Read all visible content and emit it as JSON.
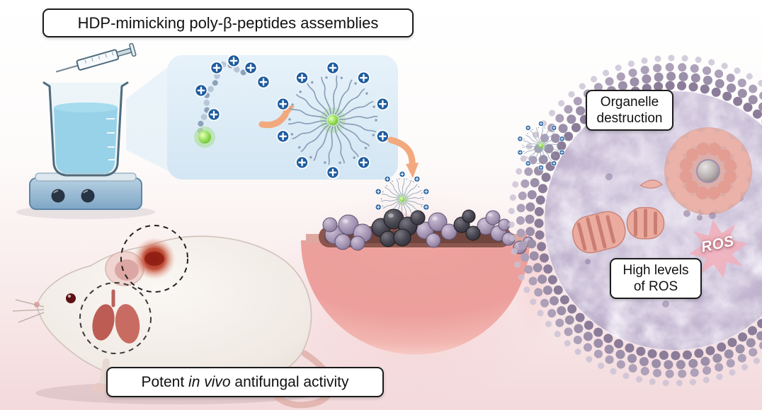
{
  "labels": {
    "title": "HDP-mimicking poly-β-peptides assemblies",
    "organelle_destruction": "Organelle destruction",
    "high_ros": "High levels of ROS",
    "ros": "ROS",
    "bottom_pre": "Potent ",
    "bottom_italic": "in vivo",
    "bottom_post": " antifungal activity"
  },
  "colors": {
    "cation_blue": "#1e5c9e",
    "polymer_gray_blue": "#8ca2ba",
    "micelle_core_green": "#8cd64f",
    "arrow_orange": "#f2a97e",
    "wound_pink": "#ec9f9c",
    "fungal_purple": "#a293b2",
    "fungal_black": "#3a3940",
    "cell_membrane_purple": "#9c8fa9",
    "background_pink": "#f3d9dc"
  },
  "icons": {
    "syringe-icon": "syringe",
    "beaker-icon": "beaker-with-liquid",
    "hotplate-icon": "magnetic-stirrer",
    "plus-badge-icon": "cationic-charge-plus",
    "micelle-icon": "self-assembled-micelle",
    "arrow-icon": "curved-orange-arrow",
    "wound-icon": "infected-skin-wound",
    "mouse-icon": "laboratory-mouse",
    "cell-icon": "fungal-cell-with-organelles"
  }
}
